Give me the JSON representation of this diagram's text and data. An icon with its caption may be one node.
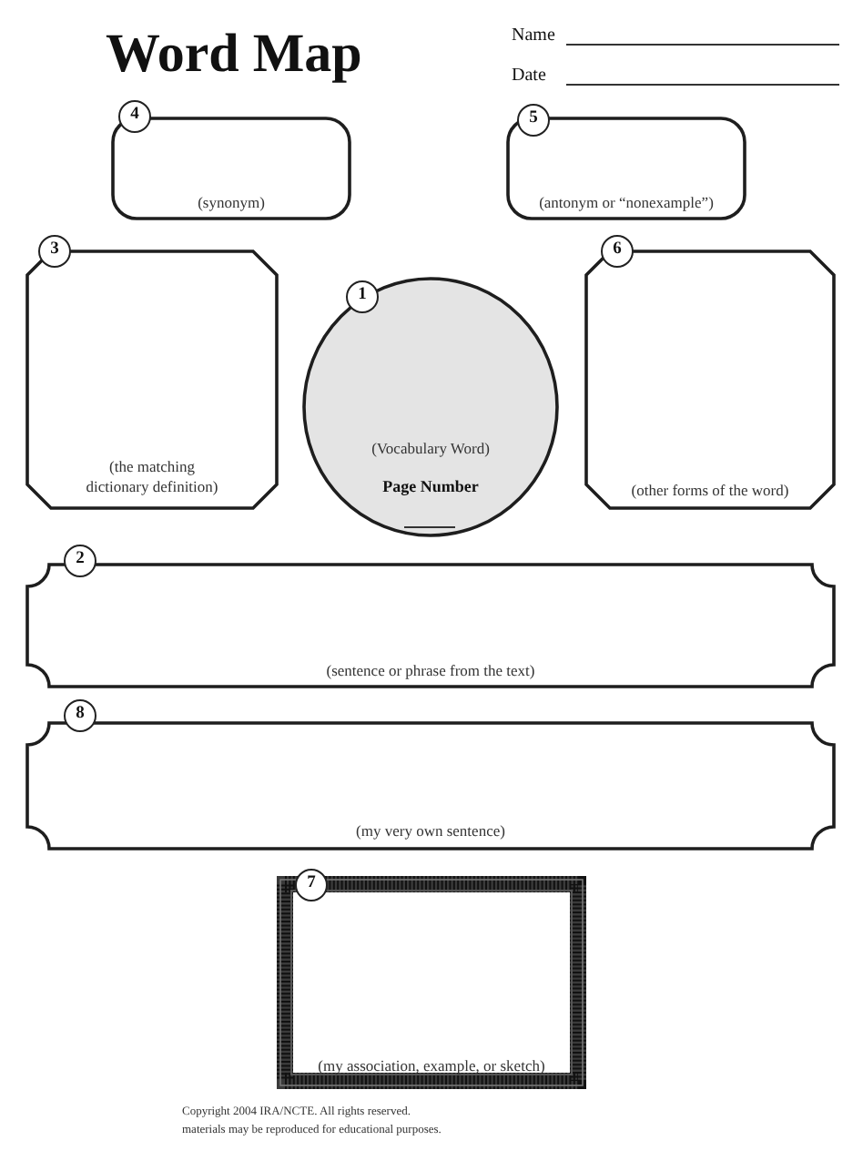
{
  "diagram": {
    "title": "Word Map",
    "nodes": [
      {
        "text": [
          "4",
          "(synonym)"
        ]
      },
      {
        "text": [
          "5",
          "(antonym or “nonexample”)"
        ]
      },
      {
        "text": [
          "3",
          "(the matching dictionary definition)"
        ]
      },
      {
        "text": [
          "1",
          "(Vocabulary Word)",
          "Page Number"
        ]
      },
      {
        "text": [
          "6",
          "(other forms of the word)"
        ]
      },
      {
        "text": [
          "2",
          "(sentence or phrase from the text)"
        ]
      },
      {
        "text": [
          "8",
          "(my very own sentence)"
        ]
      },
      {
        "text": [
          "7",
          "(my association, example, or sketch)"
        ]
      }
    ],
    "labels": [
      "Name",
      "Date",
      "Copyright 2004 IRA/NCTE. All rights reserved.",
      "materials may be reproduced for educational purposes."
    ]
  }
}
